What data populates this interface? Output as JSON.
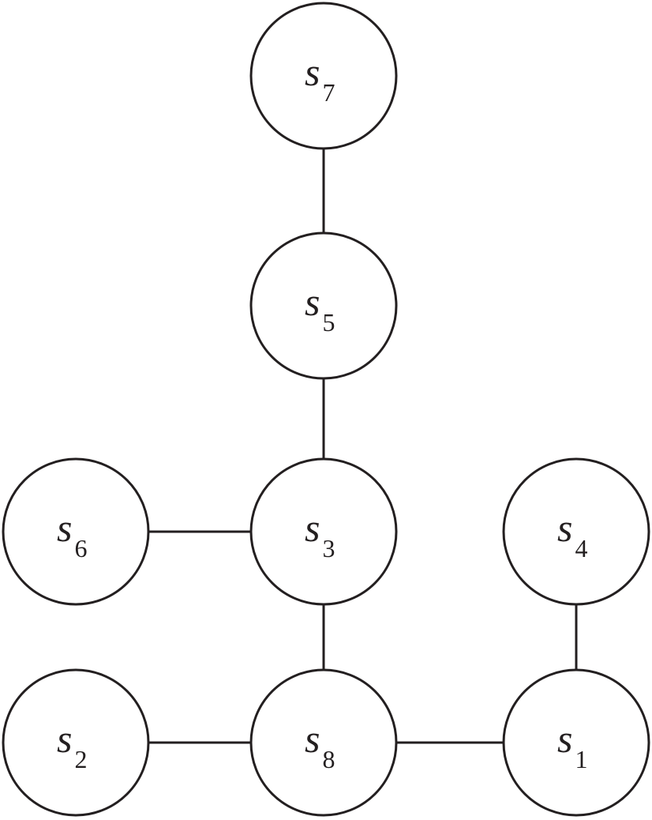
{
  "graph": {
    "nodes": [
      {
        "id": "s7",
        "letter": "s",
        "sub": "7"
      },
      {
        "id": "s5",
        "letter": "s",
        "sub": "5"
      },
      {
        "id": "s6",
        "letter": "s",
        "sub": "6"
      },
      {
        "id": "s3",
        "letter": "s",
        "sub": "3"
      },
      {
        "id": "s4",
        "letter": "s",
        "sub": "4"
      },
      {
        "id": "s2",
        "letter": "s",
        "sub": "2"
      },
      {
        "id": "s8",
        "letter": "s",
        "sub": "8"
      },
      {
        "id": "s1",
        "letter": "s",
        "sub": "1"
      }
    ],
    "edges": [
      [
        "s7",
        "s5"
      ],
      [
        "s5",
        "s3"
      ],
      [
        "s6",
        "s3"
      ],
      [
        "s3",
        "s8"
      ],
      [
        "s2",
        "s8"
      ],
      [
        "s8",
        "s1"
      ],
      [
        "s4",
        "s1"
      ]
    ]
  }
}
